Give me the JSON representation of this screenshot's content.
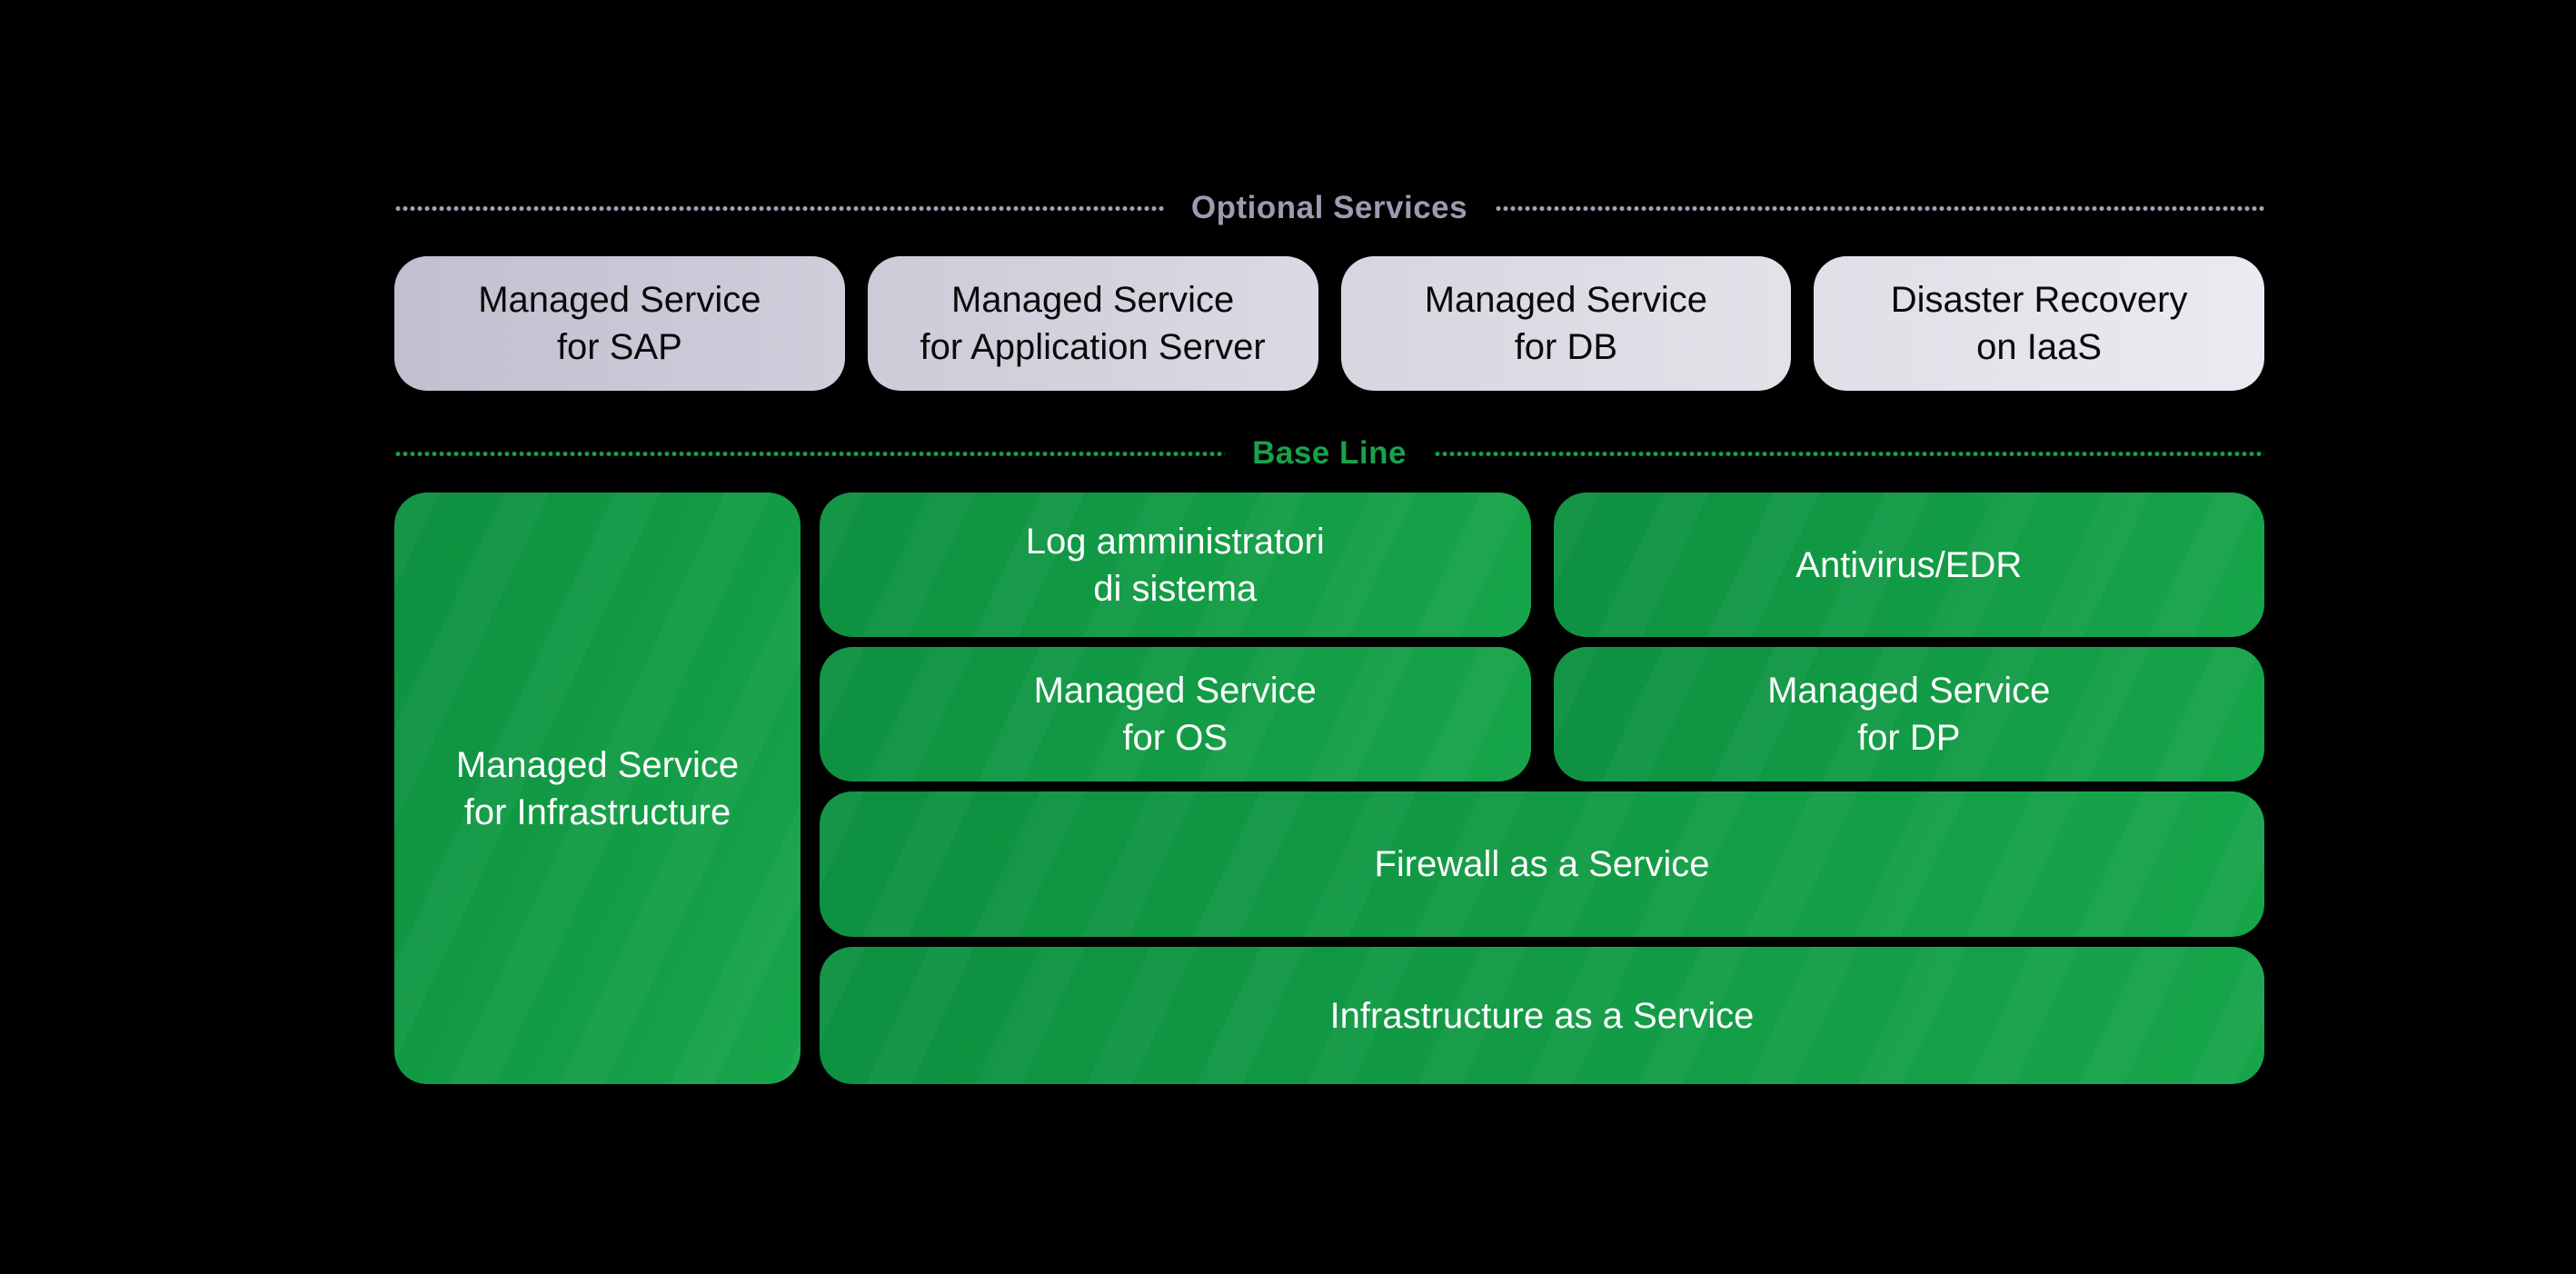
{
  "theme": {
    "--page-bg": "#000000",
    "--optional-label": "#9e9ab1",
    "--optional-dot": "#a6a2b8",
    "--baseline-label": "#18a24b",
    "--baseline-dot": "#16a046",
    "--gray-text": "#0a0a0b",
    "--green-text": "#ffffff",
    "--green-from": "#0d9040",
    "--green-to": "#17a54a",
    "--gray1-from": "#c2bfd0",
    "--gray1-to": "#d0cedb",
    "--gray2-from": "#cdcbd8",
    "--gray2-to": "#dbd9e2",
    "--gray3-from": "#d7d5df",
    "--gray3-to": "#e3e2e9",
    "--gray4-from": "#e0dfe7",
    "--gray4-to": "#ebeaf0"
  },
  "optional_section": {
    "title": "Optional Services",
    "boxes": [
      {
        "label": "Managed Service\nfor SAP"
      },
      {
        "label": "Managed Service\nfor Application Server"
      },
      {
        "label": "Managed Service\nfor DB"
      },
      {
        "label": "Disaster Recovery\non IaaS"
      }
    ]
  },
  "baseline_section": {
    "title": "Base Line",
    "infrastructure": {
      "label": "Managed Service\nfor Infrastructure"
    },
    "log": {
      "label": "Log amministratori\ndi sistema"
    },
    "antivirus": {
      "label": "Antivirus/EDR"
    },
    "os": {
      "label": "Managed Service\nfor OS"
    },
    "dp": {
      "label": "Managed Service\nfor DP"
    },
    "firewall": {
      "label": "Firewall as a Service"
    },
    "iaas": {
      "label": "Infrastructure as a Service"
    }
  }
}
